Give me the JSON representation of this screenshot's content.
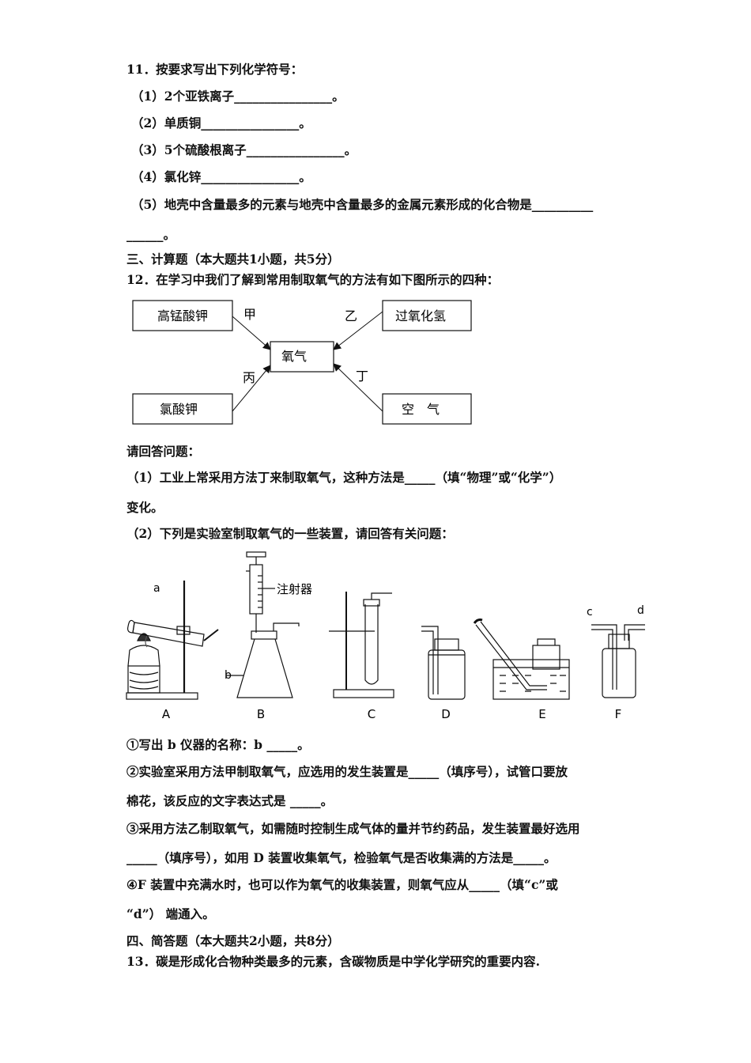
{
  "q11": {
    "stem": "11．按要求写出下列化学符号：",
    "items": [
      "（1）2个亚铁离子________________。",
      "（2）单质铜________________。",
      "（3）5个硫酸根离子________________。",
      "（4）氯化锌________________。",
      "（5）地壳中含量最多的元素与地壳中含量最多的金属元素形成的化合物是__________"
    ],
    "item5_cont": "______。"
  },
  "section3": "三、计算题（本大题共1小题，共5分）",
  "q12": {
    "stem": "12．在学习中我们了解到常用制取氧气的方法有如下图所示的四种：",
    "diagram": {
      "center": "氧气",
      "tl": "高锰酸钾",
      "tr": "过氧化氢",
      "bl": "氯酸钾",
      "br": "空　气",
      "jia": "甲",
      "yi": "乙",
      "bing": "丙",
      "ding": "丁"
    },
    "prompt": "请回答问题：",
    "p1a": "（1）工业上常采用方法丁来制取氧气，这种方法是_____（填“物理”或“化学”）",
    "p1b": "变化。",
    "p2": "（2）下列是实验室制取氧气的一些装置，请回答有关问题：",
    "apparatus": {
      "labels": [
        "A",
        "B",
        "C",
        "D",
        "E",
        "F"
      ],
      "a": "a",
      "b": "b",
      "c": "c",
      "d": "d",
      "syringe": "注射器"
    },
    "s1": "①写出 b 仪器的名称：b _____。",
    "s2a": "②实验室采用方法甲制取氧气，应选用的发生装置是_____（填序号），试管口要放",
    "s2b": "棉花，该反应的文字表达式是 _____。",
    "s3a": "③采用方法乙制取氧气，如需随时控制生成气体的量并节约药品，发生装置最好选用",
    "s3b": "_____（填序号），如用 D 装置收集氧气，检验氧气是否收集满的方法是_____。",
    "s4a": "④F 装置中充满水时，也可以作为氧气的收集装置，则氧气应从_____（填“c”或",
    "s4b": "“d”） 端通入。"
  },
  "section4": "四、简答题（本大题共2小题，共8分）",
  "q13": "13．碳是形成化合物种类最多的元素，含碳物质是中学化学研究的重要内容."
}
